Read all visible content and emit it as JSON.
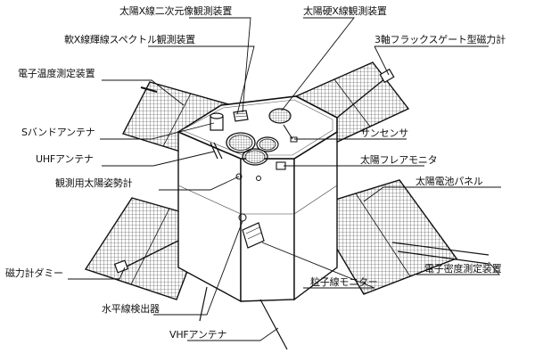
{
  "labels": {
    "hard_xray_imager": "太陽X線二次元像観測装置",
    "hard_xray_spectrometer": "太陽硬X線観測装置",
    "soft_xray_spectrometer": "軟X線輝線スペクトル観測装置",
    "fluxgate_magnetometer": "3軸フラックスゲート型磁力計",
    "electron_temperature": "電子温度測定装置",
    "s_band_antenna": "Sバンドアンテナ",
    "uhf_antenna": "UHFアンテナ",
    "sun_aspect_sensor": "観測用太陽姿勢計",
    "sun_sensor": "サンセンサ",
    "solar_flare_monitor": "太陽フレアモニタ",
    "solar_panel": "太陽電池パネル",
    "magnetometer_dummy": "磁力計ダミー",
    "electron_density": "電子密度測定装置",
    "particle_monitor": "粒子線モニター",
    "horizon_sensor": "水平線検出器",
    "vhf_antenna": "VHFアンテナ"
  }
}
